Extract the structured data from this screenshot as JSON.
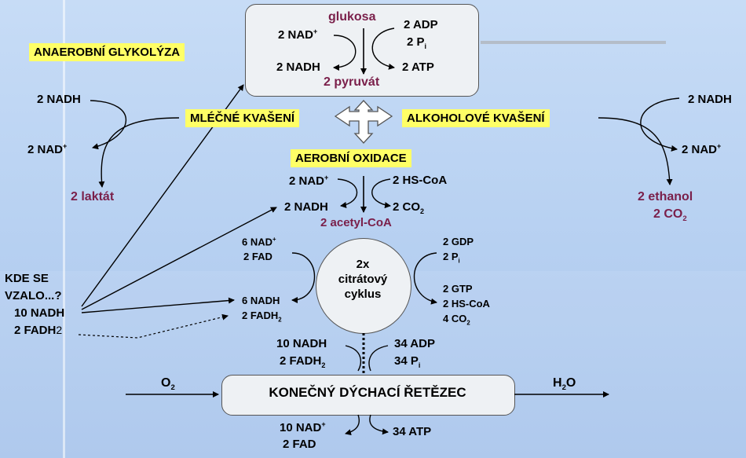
{
  "labels": {
    "anaerobic_glycolysis": "ANAEROBNÍ GLYKOLÝZA",
    "lactic_fermentation": "MLÉČNÉ KVAŠENÍ",
    "alcoholic_fermentation": "ALKOHOLOVÉ KVAŠENÍ",
    "aerobic_oxidation": "AEROBNÍ OXIDACE"
  },
  "glycolysis": {
    "substrate": "glukosa",
    "product": "2 pyruvát",
    "in_left": "2 NAD",
    "out_left": "2 NADH",
    "in_right_1": "2 ADP",
    "in_right_2": "2 P",
    "out_right": "2 ATP"
  },
  "lactic": {
    "nadh": "2 NADH",
    "nad": "2 NAD",
    "product": "2 laktát"
  },
  "alcoholic": {
    "nadh": "2 NADH",
    "nad": "2 NAD",
    "product_1": "2 ethanol",
    "product_2": "2 CO"
  },
  "oxidation": {
    "in_left": "2 NAD",
    "in_right": "2 HS-CoA",
    "out_left": "2 NADH",
    "out_right": "2 CO",
    "product": "2 acetyl-CoA"
  },
  "citrate_cycle": {
    "line1": "2x",
    "line2": "citrátový",
    "line3": "cyklus",
    "in_left_1": "6 NAD",
    "in_left_2": "2 FAD",
    "out_left_1": "6 NADH",
    "out_left_2": "2 FADH",
    "in_right_1": "2 GDP",
    "in_right_2": "2 P",
    "out_right_1": "2 GTP",
    "out_right_2": "2 HS-CoA",
    "out_right_3": "4 CO"
  },
  "question": {
    "line1": "KDE SE",
    "line2": "VZALO...?",
    "line3": "10 NADH",
    "line4": "2 FADH"
  },
  "chain": {
    "title": "KONEČNÝ DÝCHACÍ ŘETĚZEC",
    "oxygen": "O",
    "water": "H",
    "water_tail": "O",
    "in_left_1": "10 NADH",
    "in_left_2": "2 FADH",
    "in_right_1": "34 ADP",
    "in_right_2": "34 P",
    "out_left_1": "10 NAD",
    "out_left_2": "2 FAD",
    "out_right": "34 ATP"
  },
  "marks": {
    "plus": "+",
    "sub_i": "i",
    "sub_2": "2"
  }
}
